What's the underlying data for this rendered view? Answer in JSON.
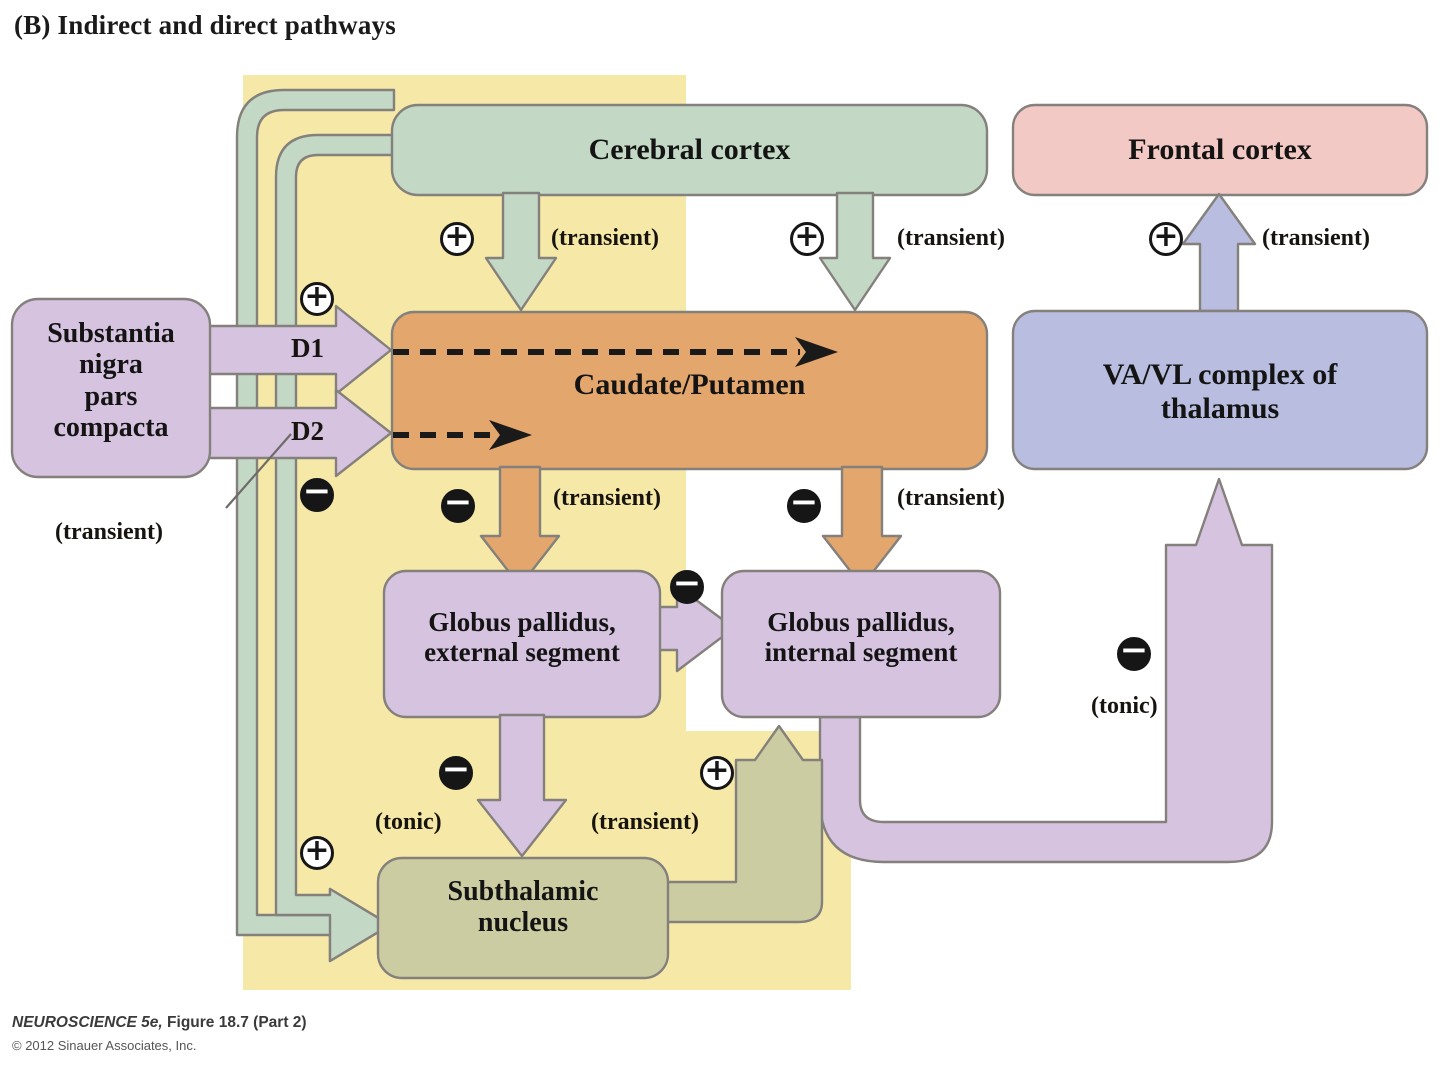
{
  "panel": {
    "label": "(B)",
    "title": "(B)  Indirect and direct pathways"
  },
  "footer": {
    "source_italic": "NEUROSCIENCE 5e,",
    "source_rest": " Figure 18.7 (Part 2)",
    "copyright": "© 2012 Sinauer Associates, Inc."
  },
  "colors": {
    "cerebral_cortex": "#c3d8c5",
    "frontal_cortex": "#f2c9c4",
    "caudate_putamen": "#e3a66c",
    "globus_pallidus": "#d6c3e0",
    "thalamus": "#b9bee1",
    "subthalamic": "#ccccA2",
    "substantia_nigra": "#d6c3e0",
    "highlight_region": "#f6e9a8",
    "stroke": "#84807c"
  },
  "nodes": {
    "substantia_nigra": {
      "label": "Substantia\nnigra\npars\ncompacta"
    },
    "cerebral_cortex": {
      "label": "Cerebral cortex"
    },
    "frontal_cortex": {
      "label": "Frontal cortex"
    },
    "caudate_putamen": {
      "label": "Caudate/Putamen"
    },
    "globus_pallidus_external": {
      "label": "Globus pallidus,\nexternal segment"
    },
    "globus_pallidus_internal": {
      "label": "Globus pallidus,\ninternal segment"
    },
    "subthalamic_nucleus": {
      "label": "Subthalamic\nnucleus"
    },
    "va_vl_thalamus": {
      "label": "VA/VL complex of\nthalamus"
    }
  },
  "receptors": {
    "d1": "D1",
    "d2": "D2"
  },
  "annotations": {
    "sn_transient": "(transient)",
    "cortex_to_caudate_left": "(transient)",
    "cortex_to_caudate_right": "(transient)",
    "thalamus_to_frontal": "(transient)",
    "caudate_to_gpe": "(transient)",
    "caudate_to_gpi": "(transient)",
    "gpe_to_stn_tonic": "(tonic)",
    "stn_to_gpi_transient": "(transient)",
    "gpi_to_thalamus_tonic": "(tonic)"
  },
  "signs": {
    "sn_d1_plus": "+",
    "sn_d2_minus": "−",
    "cortex_caudate_left_plus": "+",
    "cortex_caudate_right_plus": "+",
    "cortex_stn_plus": "+",
    "thalamus_frontal_plus": "+",
    "caudate_gpe_minus": "−",
    "caudate_gpi_minus": "−",
    "gpe_gpi_minus": "−",
    "gpe_stn_minus": "−",
    "stn_gpi_plus": "+",
    "gpi_thalamus_minus": "−"
  }
}
